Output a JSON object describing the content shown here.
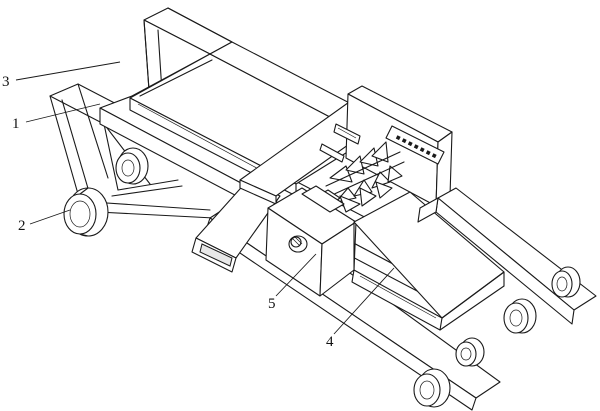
{
  "callouts": [
    {
      "id": "frame",
      "label": "1"
    },
    {
      "id": "front-wheel",
      "label": "2"
    },
    {
      "id": "rear-frame",
      "label": "3"
    },
    {
      "id": "lower-conveyor",
      "label": "4"
    },
    {
      "id": "side-box",
      "label": "5"
    }
  ]
}
